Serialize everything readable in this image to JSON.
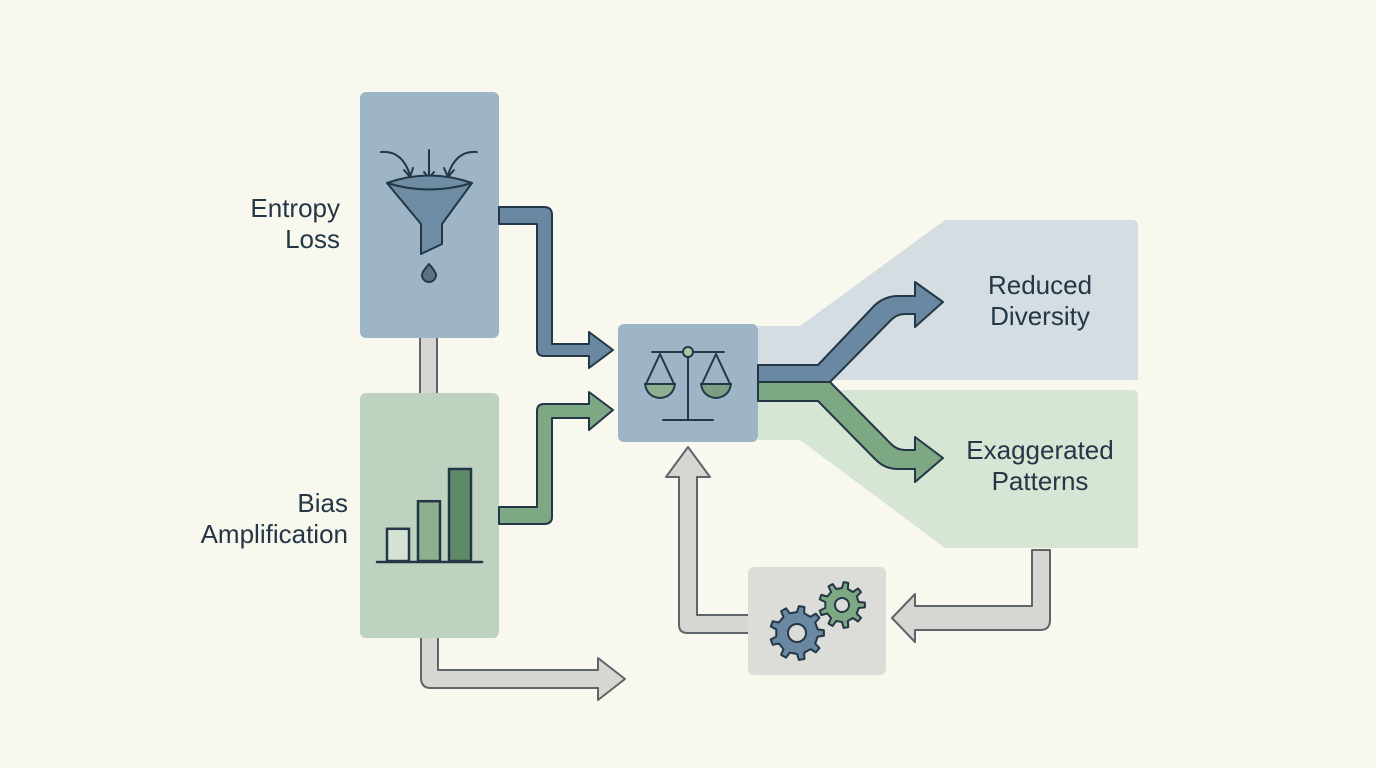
{
  "title": "Feedback loop: entropy loss and bias amplification",
  "colors": {
    "background": "#f8f8ef",
    "blue_box": "#9db5c6",
    "green_box": "#bdd3bf",
    "gray_box": "#dcdcd8",
    "blue_arrow": "#6a88a2",
    "green_arrow": "#7ea783",
    "gray_arrow": "#d6d6d2",
    "outline": "#243746",
    "text": "#243746",
    "panel_top": "#d4dde2",
    "panel_bottom": "#d7e5d4"
  },
  "nodes": {
    "entropy_loss": {
      "label_line1": "Entropy",
      "label_line2": "Loss",
      "icon": "funnel-icon"
    },
    "bias_amplification": {
      "label_line1": "Bias",
      "label_line2": "Amplification",
      "icon": "bar-chart-icon"
    },
    "balance": {
      "icon": "scales-icon"
    },
    "feedback": {
      "icon": "gears-icon"
    }
  },
  "outcomes": {
    "reduced_diversity": {
      "line1": "Reduced",
      "line2": "Diversity"
    },
    "exaggerated_patterns": {
      "line1": "Exaggerated",
      "line2": "Patterns"
    }
  },
  "bar_icon_levels": [
    0.35,
    0.65,
    1.0
  ]
}
